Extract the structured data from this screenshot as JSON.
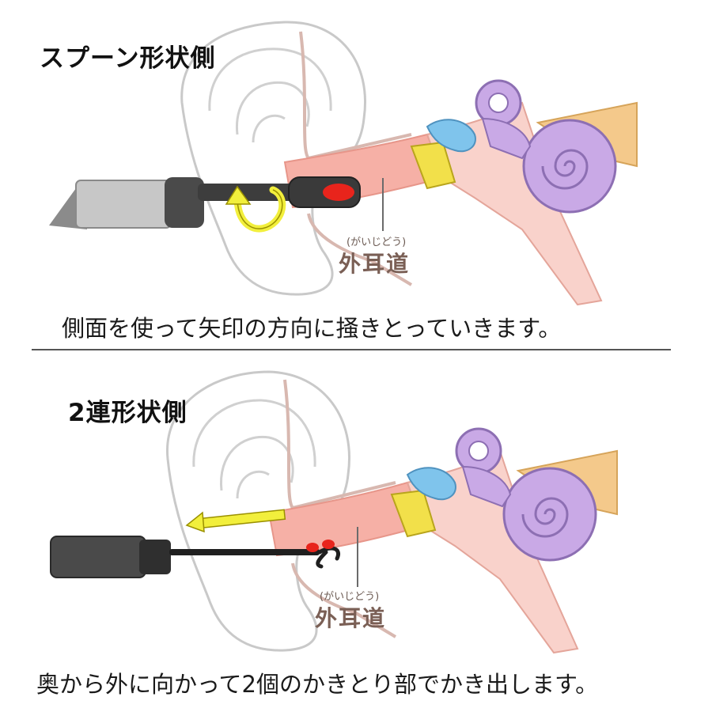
{
  "sections": [
    {
      "heading": "スプーン形状側",
      "caption": "側面を使って矢印の方向に掻きとっていきます。",
      "canal_reading": "(がいじどう)",
      "canal_label": "外耳道"
    },
    {
      "heading": "2連形状側",
      "caption": "奥から外に向かって2個のかきとり部でかき出します。",
      "canal_reading": "(がいじどう)",
      "canal_label": "外耳道"
    }
  ],
  "icons": {
    "tool_top": "spoon-earpick-tool",
    "tool_bottom": "double-loop-earpick-tool",
    "arrow_top": "rotation-arrow",
    "arrow_bottom": "pull-out-arrow"
  },
  "colors": {
    "canal": "#f6b0a6",
    "inner_ear": "#c9a9e6",
    "ossicles": "#7fc4ec",
    "eardrum": "#f2e04a",
    "nerve": "#f4c98b",
    "earwax": "#e8241c",
    "arrow": "#f2ef3c"
  }
}
